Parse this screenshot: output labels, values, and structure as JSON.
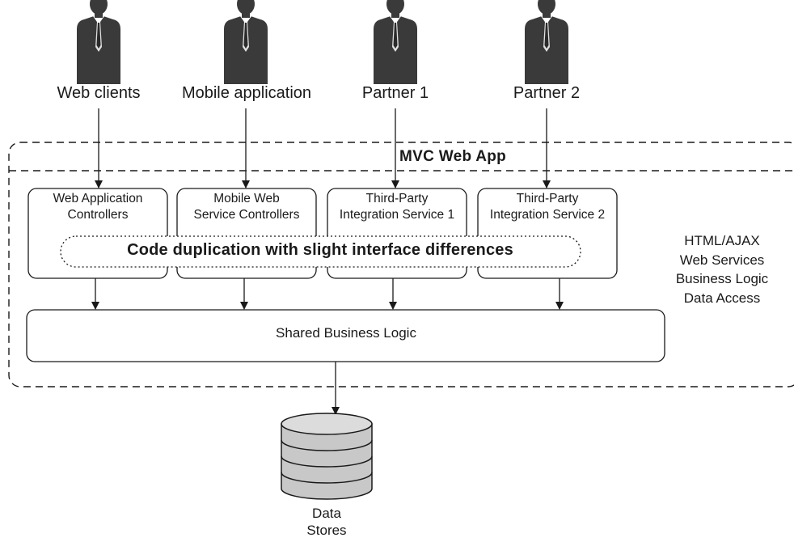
{
  "actors": [
    {
      "label": "Web clients",
      "icon": "person-icon"
    },
    {
      "label": "Mobile application",
      "icon": "person-icon"
    },
    {
      "label": "Partner 1",
      "icon": "person-icon"
    },
    {
      "label": "Partner 2",
      "icon": "person-icon"
    }
  ],
  "app": {
    "title": "MVC Web App",
    "controllers": [
      {
        "line1": "Web Application",
        "line2": "Controllers"
      },
      {
        "line1": "Mobile Web",
        "line2": "Service Controllers"
      },
      {
        "line1": "Third-Party",
        "line2": "Integration Service 1"
      },
      {
        "line1": "Third-Party",
        "line2": "Integration Service 2"
      }
    ],
    "duplication_note": "Code duplication with slight interface differences",
    "layers": [
      "HTML/AJAX",
      "Web Services",
      "Business Logic",
      "Data Access"
    ],
    "shared_logic": "Shared Business Logic"
  },
  "storage": {
    "line1": "Data",
    "line2": "Stores",
    "icon": "database-icon"
  },
  "colors": {
    "ink": "#1a1a1a",
    "figure": "#3a3a3a",
    "db_fill": "#c8c8c8"
  }
}
